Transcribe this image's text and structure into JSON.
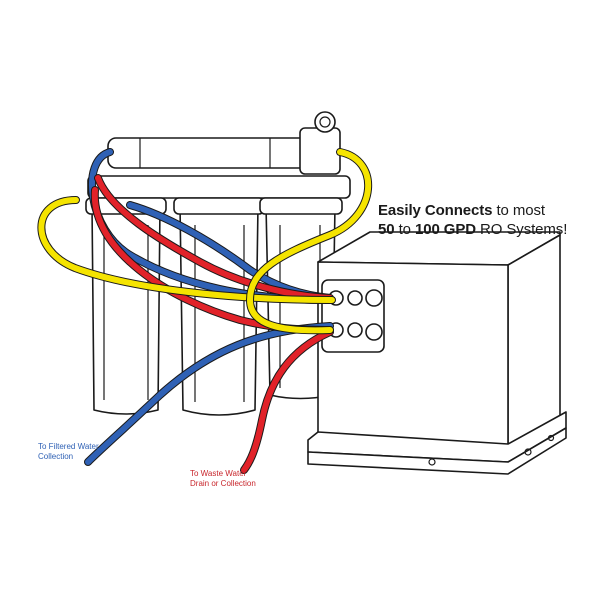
{
  "headline": {
    "bold_1": "Easily Connects",
    "text_1": " to most",
    "bold_2": "50",
    "text_2": " to ",
    "bold_3": "100 GPD",
    "text_3": " RO Systems!"
  },
  "labels": {
    "filtered_line_1": "To Filtered Water",
    "filtered_line_2": "Collection",
    "waste_line_1": "To Waste Water",
    "waste_line_2": "Drain or Collection"
  },
  "colors": {
    "blue_tube": "#2f61b5",
    "red_tube": "#e12229",
    "yellow_tube": "#f5e400",
    "outline": "#1a1a1a",
    "filtered_label": "#2f61b5",
    "waste_label": "#c8262c"
  },
  "icons": {
    "ro_system": "ro-filter-housings-icon",
    "pump_box": "booster-pump-box-icon"
  }
}
